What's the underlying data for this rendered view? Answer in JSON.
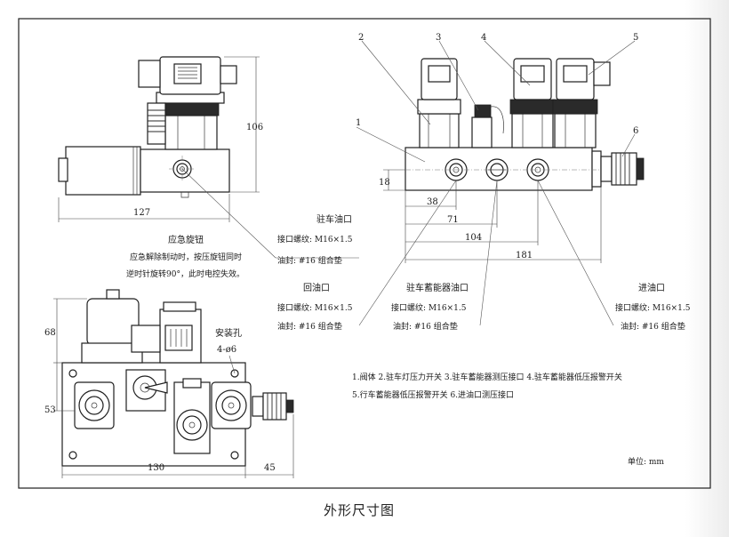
{
  "caption": "外形尺寸图",
  "unit_note": "单位: mm",
  "callouts": {
    "c1": "1",
    "c2": "2",
    "c3": "3",
    "c4": "4",
    "c5": "5",
    "c6": "6"
  },
  "dimensions": {
    "height_106": "106",
    "width_127": "127",
    "depth_18": "18",
    "pos_38": "38",
    "pos_71": "71",
    "pos_104": "104",
    "total_181": "181",
    "side_68": "68",
    "side_53": "53",
    "base_130": "130",
    "base_45": "45"
  },
  "notes": {
    "emergency_title": "应急旋钮",
    "emergency_line1": "应急解除制动时，按压旋钮同时",
    "emergency_line2": "逆时针旋转90°，此时电控失效。",
    "parking_port_title": "驻车油口",
    "parking_port_thread": "接口螺纹: M16×1.5",
    "parking_port_seal": "油封: #16 组合垫",
    "return_port_title": "回油口",
    "return_port_thread": "接口螺纹: M16×1.5",
    "return_port_seal": "油封: #16 组合垫",
    "accumulator_port_title": "驻车蓄能器油口",
    "accumulator_port_thread": "接口螺纹: M16×1.5",
    "accumulator_port_seal": "油封: #16 组合垫",
    "inlet_port_title": "进油口",
    "inlet_port_thread": "接口螺纹: M16×1.5",
    "inlet_port_seal": "油封: #16 组合垫",
    "mount_hole_title": "安装孔",
    "mount_hole_spec": "4-ø6"
  },
  "legend": {
    "line1": "1.阀体  2.驻车灯压力开关  3.驻车蓄能器测压接口  4.驻车蓄能器低压报警开关",
    "line2": "5.行车蓄能器低压报警开关  6.进油口测压接口"
  }
}
